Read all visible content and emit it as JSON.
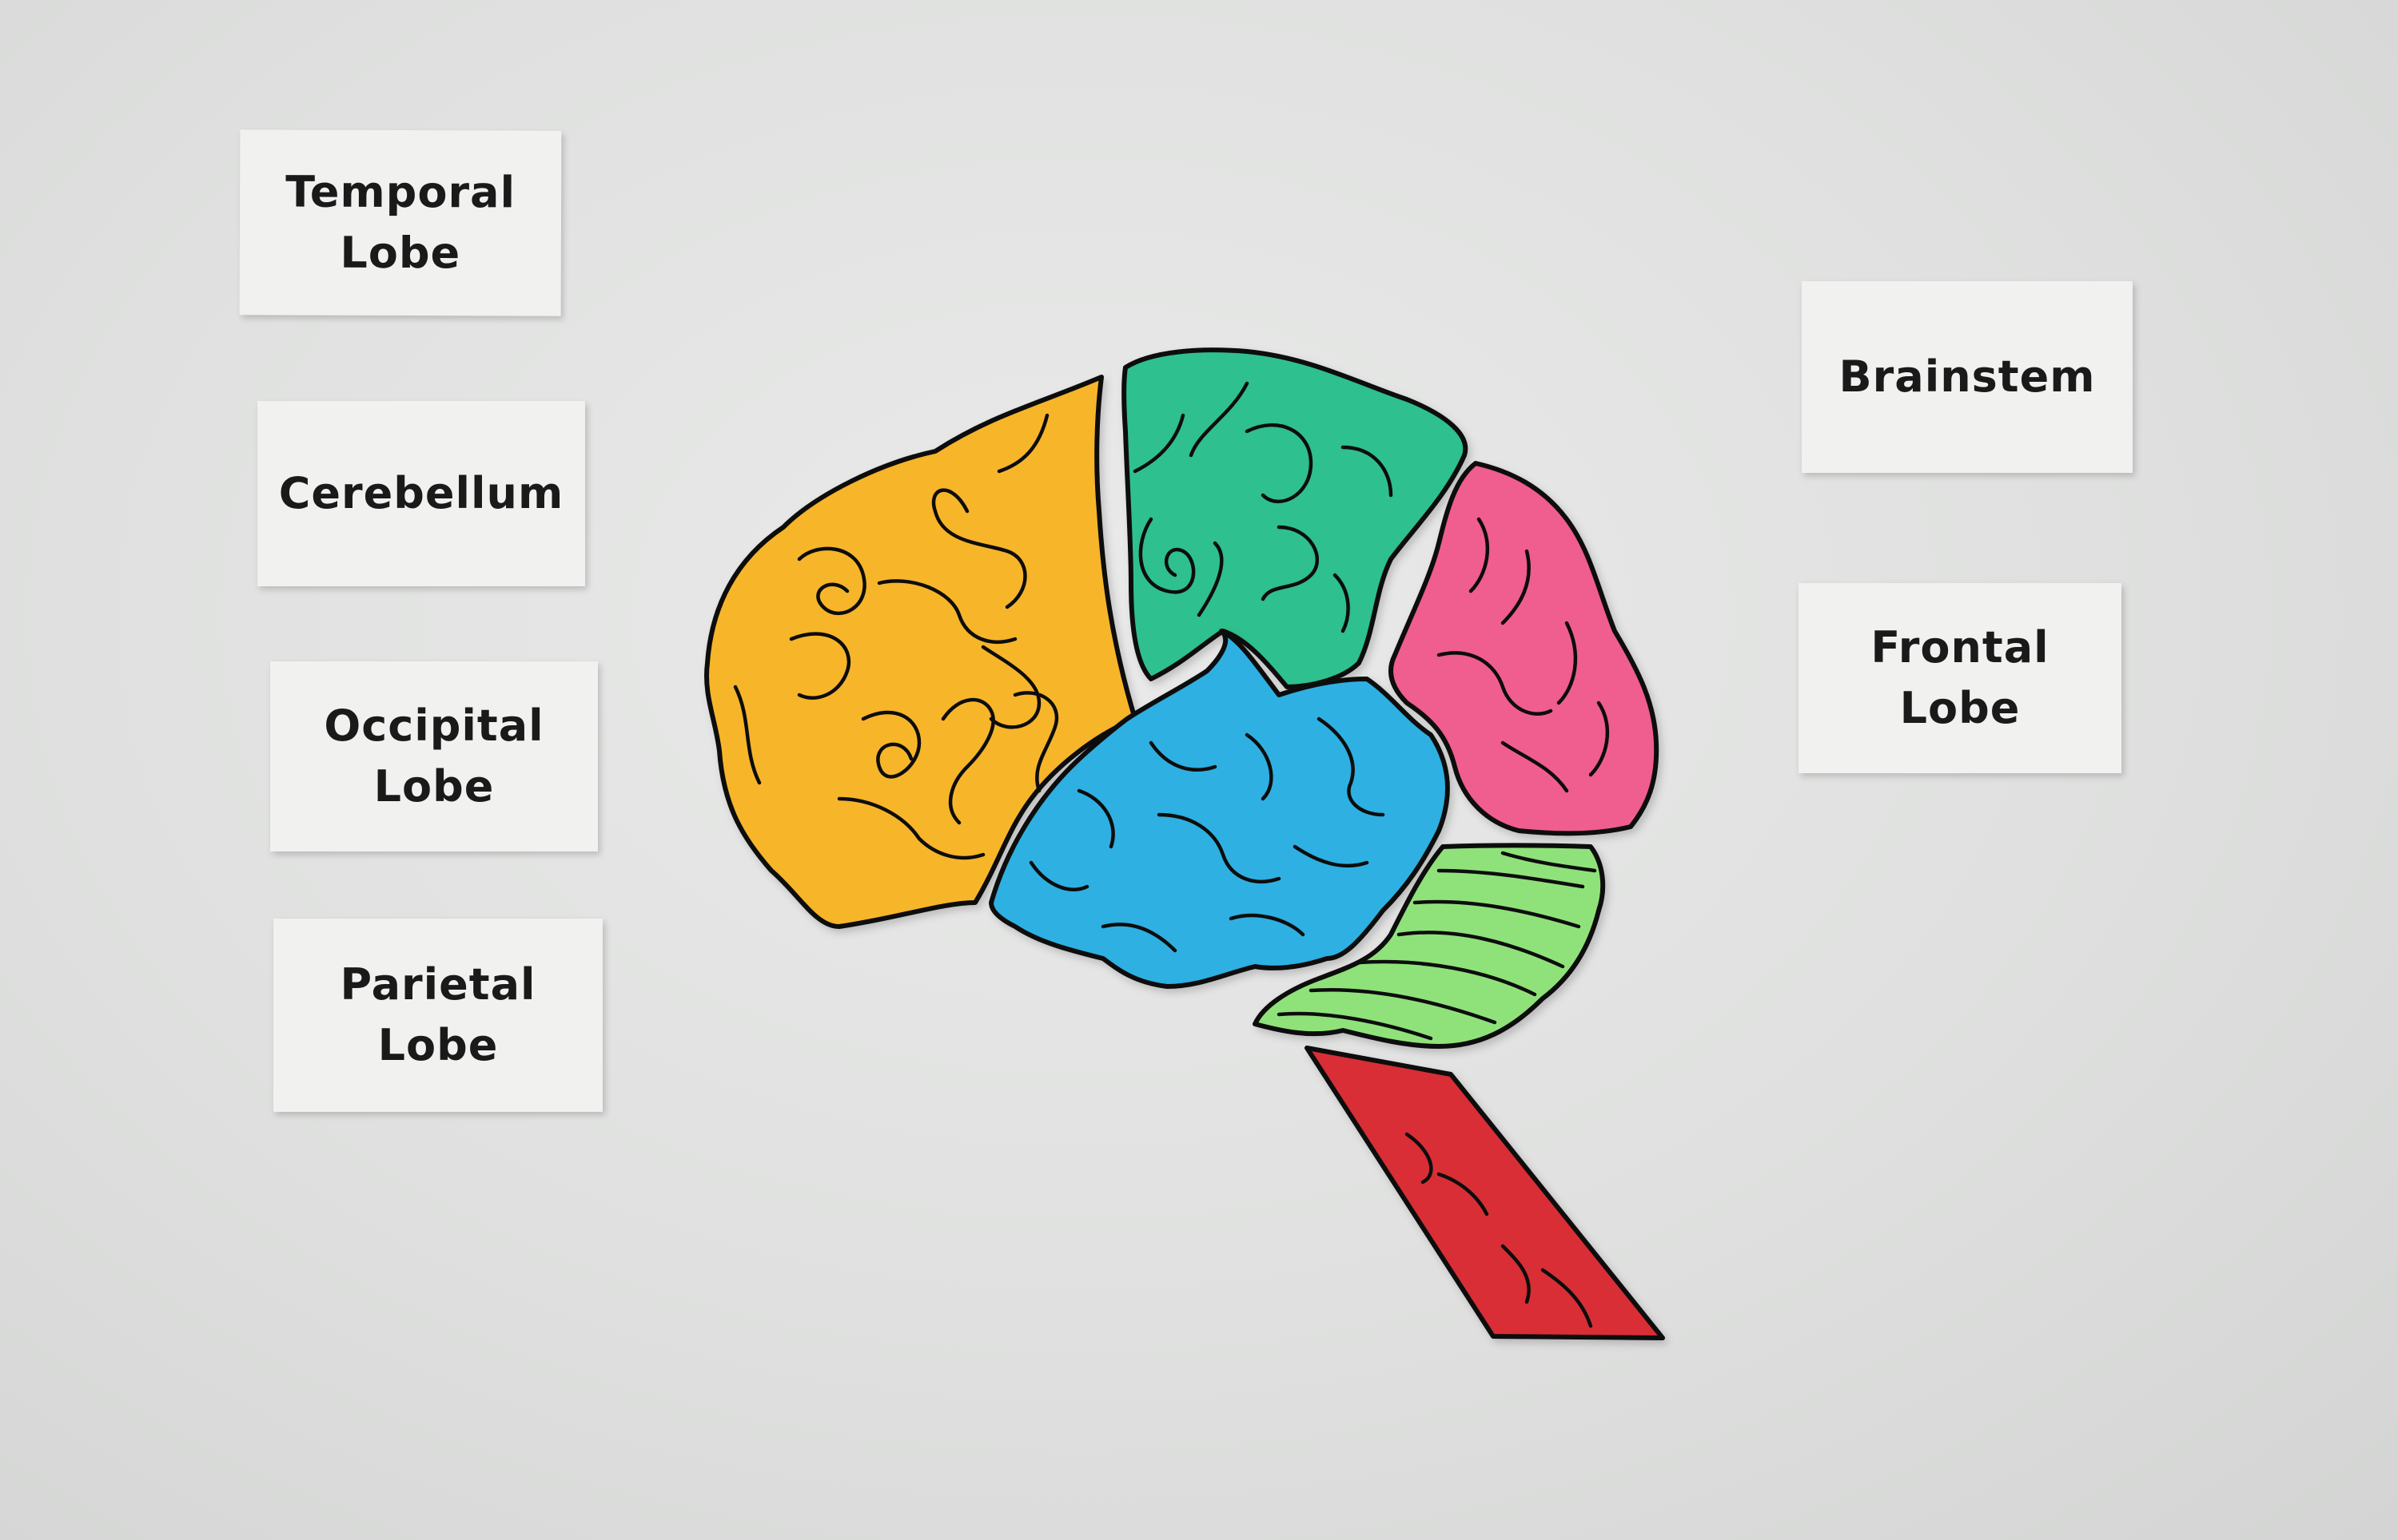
{
  "labels": {
    "temporal": "Temporal\nLobe",
    "cerebellum": "Cerebellum",
    "occipital": "Occipital\nLobe",
    "parietal": "Parietal\nLobe",
    "brainstem": "Brainstem",
    "frontal": "Frontal\nLobe"
  },
  "brain_pieces": [
    {
      "name": "yellow-piece",
      "color": "#f7b52a"
    },
    {
      "name": "green-piece",
      "color": "#2fc08f"
    },
    {
      "name": "pink-piece",
      "color": "#f05d8f"
    },
    {
      "name": "blue-piece",
      "color": "#2fb0e2"
    },
    {
      "name": "light-green-piece",
      "color": "#8fe27a"
    },
    {
      "name": "red-piece",
      "color": "#d92f36"
    }
  ],
  "colors": {
    "background": "#e2e3e2",
    "card": "#f1f1f0",
    "outline": "#111111"
  }
}
